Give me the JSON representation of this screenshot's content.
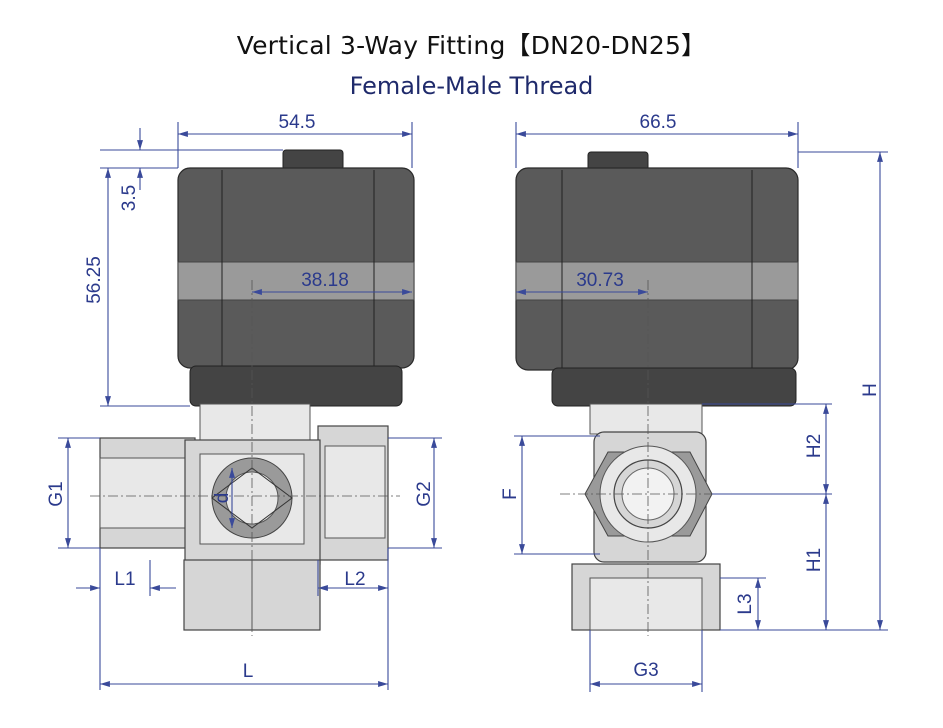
{
  "title": "Vertical 3-Way Fitting【DN20-DN25】",
  "subtitle": "Female-Male Thread",
  "left_view": {
    "dim_width": "54.5",
    "dim_top_gap": "3.5",
    "dim_height": "56.25",
    "dim_offset": "38.18",
    "label_g1": "G1",
    "label_g2": "G2",
    "label_d": "d",
    "label_l1": "L1",
    "label_l2": "L2",
    "label_l": "L"
  },
  "right_view": {
    "dim_width": "66.5",
    "dim_offset": "30.73",
    "label_h": "H",
    "label_h2": "H2",
    "label_h1": "H1",
    "label_f": "F",
    "label_l3": "L3",
    "label_g3": "G3"
  }
}
